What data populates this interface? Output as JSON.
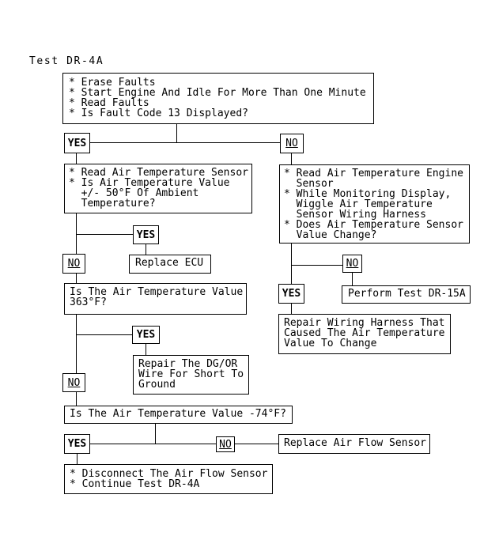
{
  "colors": {
    "ink": "#000000",
    "paper": "#ffffff"
  },
  "diagram": {
    "title": "Test DR-4A",
    "nodes": {
      "start": {
        "text": "* Erase Faults\n* Start Engine And Idle For More Than One Minute\n* Read Faults\n* Is Fault Code 13 Displayed?"
      },
      "yes1": {
        "text": "YES"
      },
      "no1": {
        "text": "NO"
      },
      "ambient": {
        "text": "* Read Air Temperature Sensor\n* Is Air Temperature Value\n  +/- 50°F Of Ambient\n  Temperature?"
      },
      "wiggle": {
        "text": "* Read Air Temperature Engine\n  Sensor\n* While Monitoring Display,\n  Wiggle Air Temperature\n  Sensor Wiring Harness\n* Does Air Temperature Sensor\n  Value Change?"
      },
      "yes2": {
        "text": "YES"
      },
      "ecu": {
        "text": "Replace ECU"
      },
      "no2": {
        "text": "NO"
      },
      "q363": {
        "text": "Is The Air Temperature Value\n363°F?"
      },
      "yes3": {
        "text": "YES"
      },
      "dgor": {
        "text": "Repair The DG/OR\nWire For Short To\nGround"
      },
      "no3": {
        "text": "NO"
      },
      "no4": {
        "text": "NO"
      },
      "dr15a": {
        "text": "Perform Test DR-15A"
      },
      "yes4": {
        "text": "YES"
      },
      "harness": {
        "text": "Repair Wiring Harness That\nCaused The Air Temperature\nValue To Change"
      },
      "q74": {
        "text": "Is The Air Temperature Value -74°F?"
      },
      "yes5": {
        "text": "YES"
      },
      "no5": {
        "text": "NO"
      },
      "airflow": {
        "text": "Replace Air Flow Sensor"
      },
      "end": {
        "text": "* Disconnect The Air Flow Sensor\n* Continue Test DR-4A"
      }
    }
  }
}
